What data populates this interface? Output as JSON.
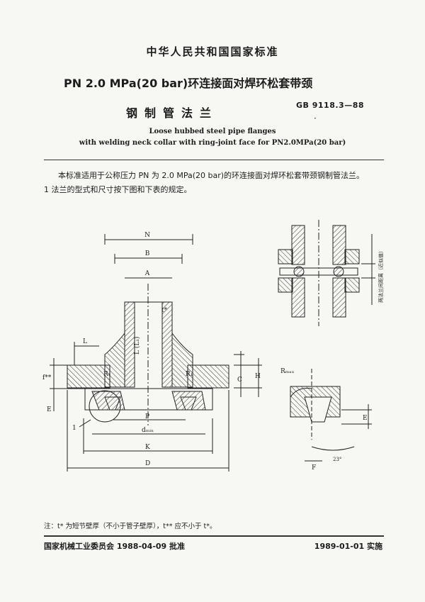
{
  "header": {
    "national_standard": "中华人民共和国国家标准",
    "title_line1": "PN 2.0 MPa(20 bar)环连接面对焊环松套带颈",
    "title_line2": "钢制管法兰",
    "standard_number": "GB 9118.3—88",
    "dot": "·",
    "english_line1": "Loose hubbed steel pipe flanges",
    "english_line2": "with welding neck collar with ring-joint face for PN2.0MPa(20 bar)"
  },
  "body": {
    "paragraph1": "本标准适用于公称压力 PN 为 2.0 MPa(20 bar)的环连接面对焊环松套带颈钢制管法兰。",
    "paragraph2": "1  法兰的型式和尺寸按下图和下表的规定。"
  },
  "drawing": {
    "dim_N": "N",
    "dim_B": "B",
    "dim_A": "A",
    "dim_t_star": "t*",
    "dim_L_label": "L",
    "dim_L_paren": "L (L₁)",
    "dim_f": "f**",
    "dim_E": "E",
    "dim_R1_left": "R₁",
    "dim_R1_right": "R₁",
    "dim_H": "H",
    "dim_C": "C",
    "dim_P": "P",
    "dim_dmin": "dₘᵢₙ",
    "dim_K": "K",
    "dim_D": "D",
    "callout_1": "1",
    "detail_Rmax": "Rₘₐₓ",
    "detail_E": "E",
    "detail_F": "F",
    "detail_angle": "23°",
    "side_note": "两法兰间距离（近似值）"
  },
  "footer": {
    "note": "注：t* 为短节壁厚（不小于管子壁厚），t** 应不小于 t*。",
    "approval": "国家机械工业委员会 1988-04-09 批准",
    "implementation": "1989-01-01 实施"
  }
}
